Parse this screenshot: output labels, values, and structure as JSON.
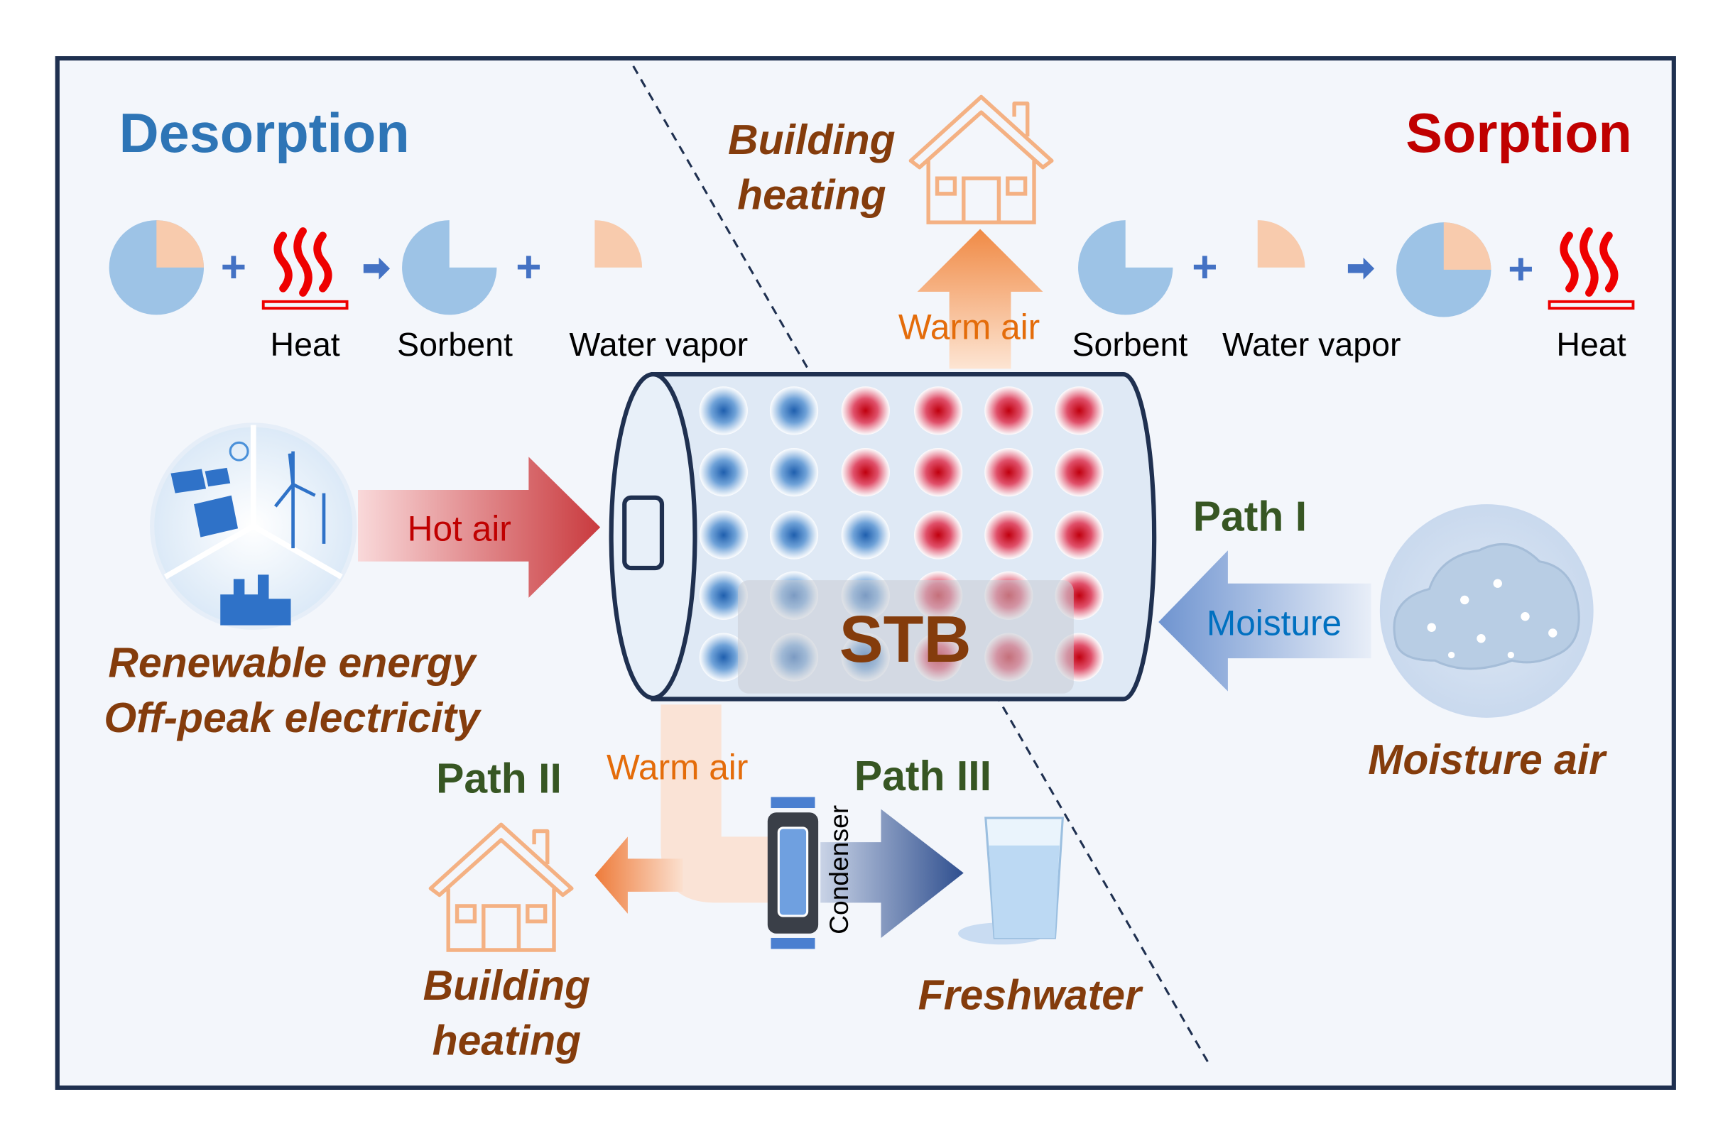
{
  "titles": {
    "desorption": "Desorption",
    "sorption": "Sorption"
  },
  "desorption_equation": {
    "labels": [
      "Heat",
      "Sorbent",
      "Water vapor"
    ]
  },
  "sorption_equation": {
    "labels": [
      "Sorbent",
      "Water vapor",
      "Heat"
    ]
  },
  "top_output": {
    "line1": "Building",
    "line2": "heating",
    "flow": "Warm air"
  },
  "center": {
    "label": "STB"
  },
  "left_input": {
    "flow": "Hot air",
    "line1": "Renewable energy",
    "line2": "Off-peak electricity"
  },
  "right_input": {
    "path": "Path I",
    "flow": "Moisture",
    "source": "Moisture air"
  },
  "bottom": {
    "path2": "Path II",
    "path3": "Path III",
    "flow": "Warm air",
    "condenser": "Condenser",
    "heating_line1": "Building",
    "heating_line2": "heating",
    "freshwater": "Freshwater"
  },
  "colors": {
    "desorption": "#2e75b6",
    "sorption": "#c00000",
    "brown_text": "#843c0c",
    "path_green": "#375623",
    "warm_air": "#e46c0a",
    "sorbent_blue": "#9dc3e6",
    "water_peach": "#f8cbad",
    "frame": "#1f3050"
  },
  "icons": [
    "pie-sorbent-icon",
    "heat-icon",
    "house-icon",
    "renewable-energy-icon",
    "cloud-moisture-icon",
    "condenser-icon",
    "water-glass-icon"
  ]
}
